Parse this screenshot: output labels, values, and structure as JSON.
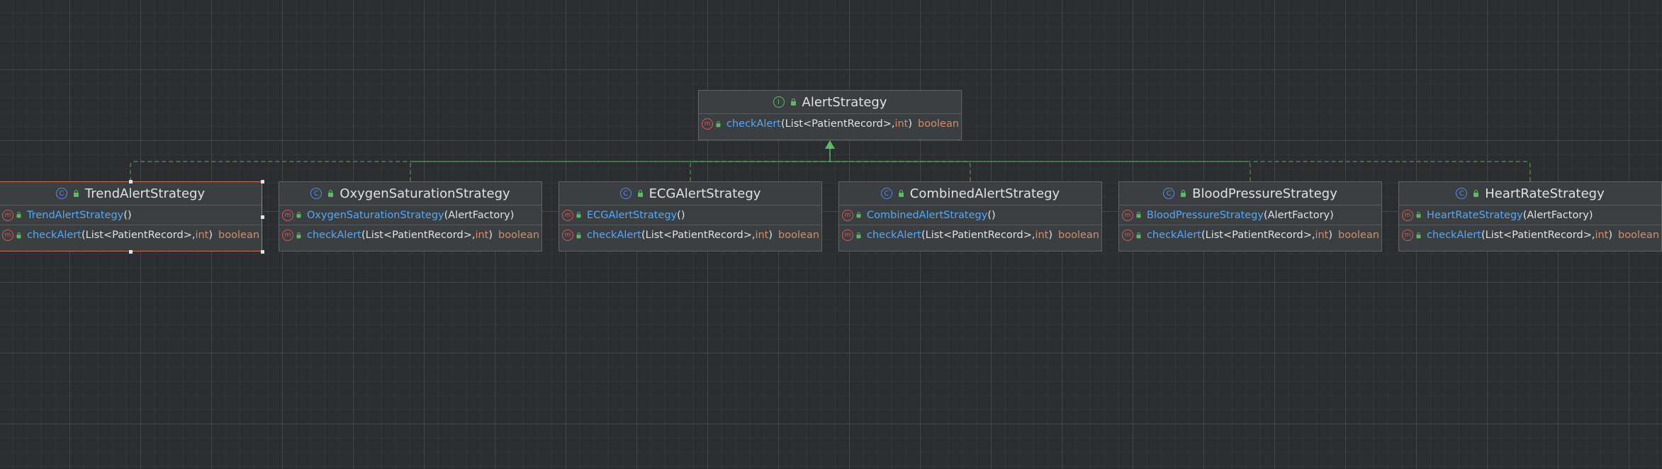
{
  "colors": {
    "background": "#2b2d30",
    "node_fill": "#3c3f41",
    "implements_edge": "#5fb865",
    "selected_border": "#c9734a",
    "method_name": "#56a8f5",
    "keyword": "#cf8e6d"
  },
  "interface": {
    "name": "AlertStrategy",
    "kind_icon": "interface-icon",
    "methods": [
      {
        "name": "checkAlert",
        "params_pre": "(List<PatientRecord>, ",
        "params_kw": "int",
        "params_post": ")",
        "return": "boolean"
      }
    ]
  },
  "classes": [
    {
      "name": "TrendAlertStrategy",
      "selected": true,
      "constructor": {
        "name": "TrendAlertStrategy",
        "params": "()"
      },
      "method": {
        "name": "checkAlert",
        "params_pre": "(List<PatientRecord>, ",
        "params_kw": "int",
        "params_post": ")",
        "return": "boolean"
      }
    },
    {
      "name": "OxygenSaturationStrategy",
      "selected": false,
      "constructor": {
        "name": "OxygenSaturationStrategy",
        "params": "(AlertFactory)"
      },
      "method": {
        "name": "checkAlert",
        "params_pre": "(List<PatientRecord>, ",
        "params_kw": "int",
        "params_post": ")",
        "return": "boolean"
      }
    },
    {
      "name": "ECGAlertStrategy",
      "selected": false,
      "constructor": {
        "name": "ECGAlertStrategy",
        "params": "()"
      },
      "method": {
        "name": "checkAlert",
        "params_pre": "(List<PatientRecord>, ",
        "params_kw": "int",
        "params_post": ")",
        "return": "boolean"
      }
    },
    {
      "name": "CombinedAlertStrategy",
      "selected": false,
      "constructor": {
        "name": "CombinedAlertStrategy",
        "params": "()"
      },
      "method": {
        "name": "checkAlert",
        "params_pre": "(List<PatientRecord>, ",
        "params_kw": "int",
        "params_post": ")",
        "return": "boolean"
      }
    },
    {
      "name": "BloodPressureStrategy",
      "selected": false,
      "constructor": {
        "name": "BloodPressureStrategy",
        "params": "(AlertFactory)"
      },
      "method": {
        "name": "checkAlert",
        "params_pre": "(List<PatientRecord>, ",
        "params_kw": "int",
        "params_post": ")",
        "return": "boolean"
      }
    },
    {
      "name": "HeartRateStrategy",
      "selected": false,
      "constructor": {
        "name": "HeartRateStrategy",
        "params": "(AlertFactory)"
      },
      "method": {
        "name": "checkAlert",
        "params_pre": "(List<PatientRecord>, ",
        "params_kw": "int",
        "params_post": ")",
        "return": "boolean"
      }
    }
  ]
}
